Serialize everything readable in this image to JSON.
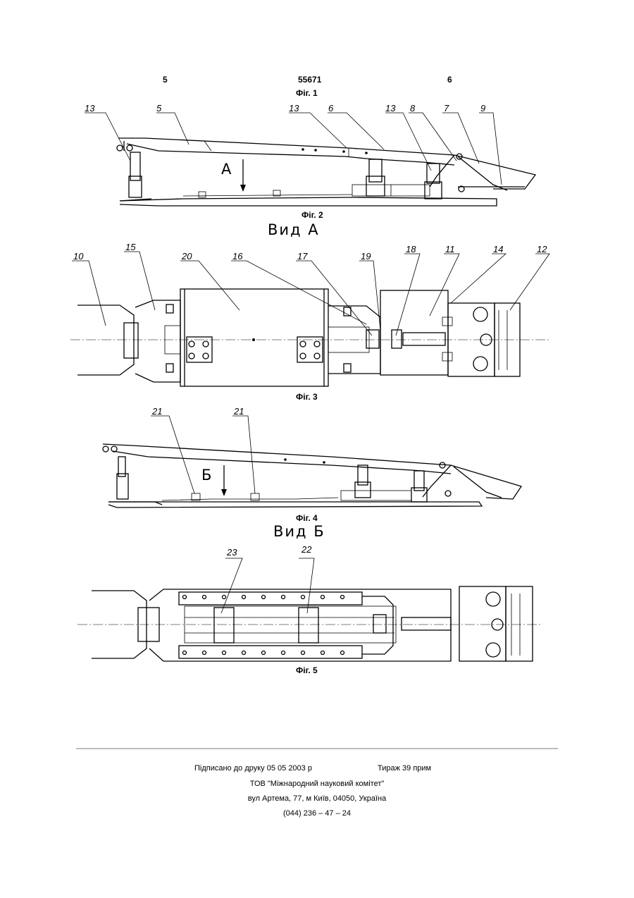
{
  "header": {
    "left_page": "5",
    "patent_no": "55671",
    "right_page": "6"
  },
  "figures": {
    "fig1": "Фіг. 1",
    "fig2": "Фіг. 2",
    "fig3": "Фіг. 3",
    "fig4": "Фіг. 4",
    "fig5": "Фіг. 5"
  },
  "views": {
    "view_a": "Вид  А",
    "view_b": "Вид  Б",
    "arrow_a": "А",
    "arrow_b": "Б"
  },
  "callouts": {
    "top": [
      "13",
      "5",
      "13",
      "6",
      "13",
      "8",
      "7",
      "9"
    ],
    "mid": [
      "10",
      "15",
      "20",
      "16",
      "17",
      "19",
      "18",
      "11",
      "14",
      "12"
    ],
    "low": [
      "21",
      "21"
    ],
    "bottom": [
      "23",
      "22"
    ]
  },
  "footer": {
    "signed": "Підписано до друку 05 05 2003 р",
    "print_run": "Тираж 39 прим",
    "org": "ТОВ \"Міжнародний науковий комітет\"",
    "address": "вул  Артема, 77, м  Київ, 04050, Україна",
    "phone": "(044) 236 – 47 – 24"
  }
}
